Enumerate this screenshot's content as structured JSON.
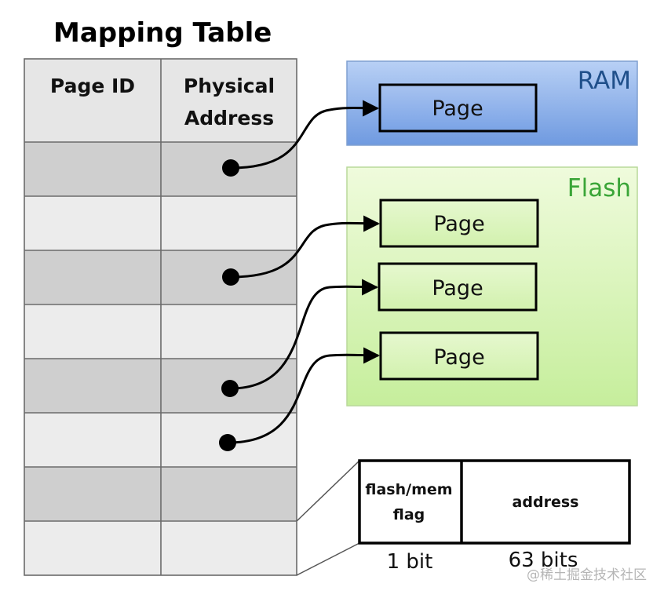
{
  "title": "Mapping Table",
  "table": {
    "col_page_id": "Page ID",
    "col_physical_line1": "Physical",
    "col_physical_line2": "Address"
  },
  "ram": {
    "label": "RAM",
    "page_label": "Page"
  },
  "flash": {
    "label": "Flash",
    "pages": [
      "Page",
      "Page",
      "Page"
    ]
  },
  "entry": {
    "field_flag_line1": "flash/mem",
    "field_flag_line2": "flag",
    "field_address": "address",
    "bits_flag": "1 bit",
    "bits_address": "63 bits"
  },
  "watermark": "@稀土掘金技术社区",
  "colors": {
    "ram_fill_top": "#a9c4f0",
    "ram_fill_bottom": "#6f9ae0",
    "flash_fill_top": "#e9f9d0",
    "flash_fill_bottom": "#c8eea0",
    "row_dark": "#cfcfcf",
    "row_light": "#ececec"
  }
}
